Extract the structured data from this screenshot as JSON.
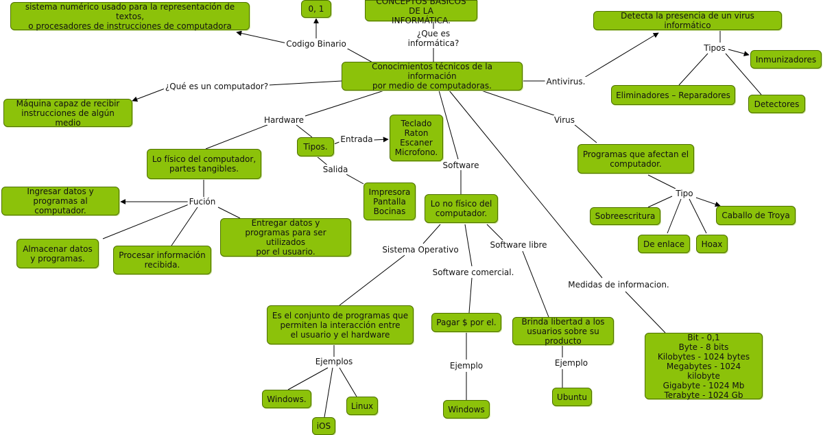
{
  "nodes": {
    "title": "CONCEPTOS BÁSICOS DE LA\nINFORMÁTICA.",
    "central": "Conocimientos técnicos de la información\npor medio de computadoras.",
    "binary_desc": "sistema numérico usado para la representación de textos,\no procesadores de instrucciones de computadora",
    "binary_digits": "0, 1",
    "computer_def": "Máquina capaz de recibir\ninstrucciones de algún medio",
    "hardware_def": "Lo físico del computador,\npartes tangibles.",
    "hw_types": "Tipos.",
    "input_devices": "Teclado\nRaton\nEscaner\nMicrofono.",
    "output_devices": "Impresora\nPantalla\nBocinas",
    "fn_input": "Ingresar datos y\nprogramas al computador.",
    "fn_store": "Almacenar datos\ny programas.",
    "fn_process": "Procesar información\nrecibida.",
    "fn_output": "Entregar datos y\nprogramas para ser utilizados\npor el usuario.",
    "software_def": "Lo no físico del\ncomputador.",
    "os_def": "Es el conjunto de programas que\npermiten la interacción entre\nel usuario y el hardware",
    "os_windows": "Windows.",
    "os_ios": "iOS",
    "os_linux": "Linux",
    "commercial_def": "Pagar $ por el.",
    "commercial_example": "Windows",
    "free_def": "Brinda libertad a los\nusuarios sobre su producto",
    "free_example": "Ubuntu",
    "measures": "Bit - 0,1\nByte - 8 bits\nKilobytes - 1024 bytes\nMegabytes - 1024 kilobyte\nGigabyte - 1024 Mb\nTerabyte - 1024 Gb",
    "antivirus_def": "Detecta la presencia de un virus informático",
    "av_immunizers": "Inmunizadores",
    "av_removers": "Eliminadores – Reparadores",
    "av_detectors": "Detectores",
    "virus_def": "Programas que afectan el\ncomputador.",
    "v_overwrite": "Sobreescritura",
    "v_trojan": "Caballo de Troya",
    "v_link": "De enlace",
    "v_hoax": "Hoax"
  },
  "labels": {
    "que_es": "¿Que es\ninformática?",
    "codigo_binario": "Codigo Binario",
    "que_es_computador": "¿Qué es un computador?",
    "hardware": "Hardware",
    "entrada": "Entrada",
    "salida": "Salida",
    "fucion": "Fución",
    "software": "Software",
    "sistema_operativo": "Sistema Operativo",
    "software_comercial": "Software comercial.",
    "software_libre": "Software libre",
    "ejemplos": "Ejemplos",
    "ejemplo_comercial": "Ejemplo",
    "ejemplo_libre": "Ejemplo",
    "medidas": "Medidas de informacion.",
    "antivirus": "Antivirus.",
    "tipos_av": "Tipos",
    "virus": "Virus",
    "tipo_virus": "Tipo"
  },
  "colors": {
    "node_fill": "#8cc20a",
    "node_border": "#4d6f00",
    "line": "#000000"
  }
}
